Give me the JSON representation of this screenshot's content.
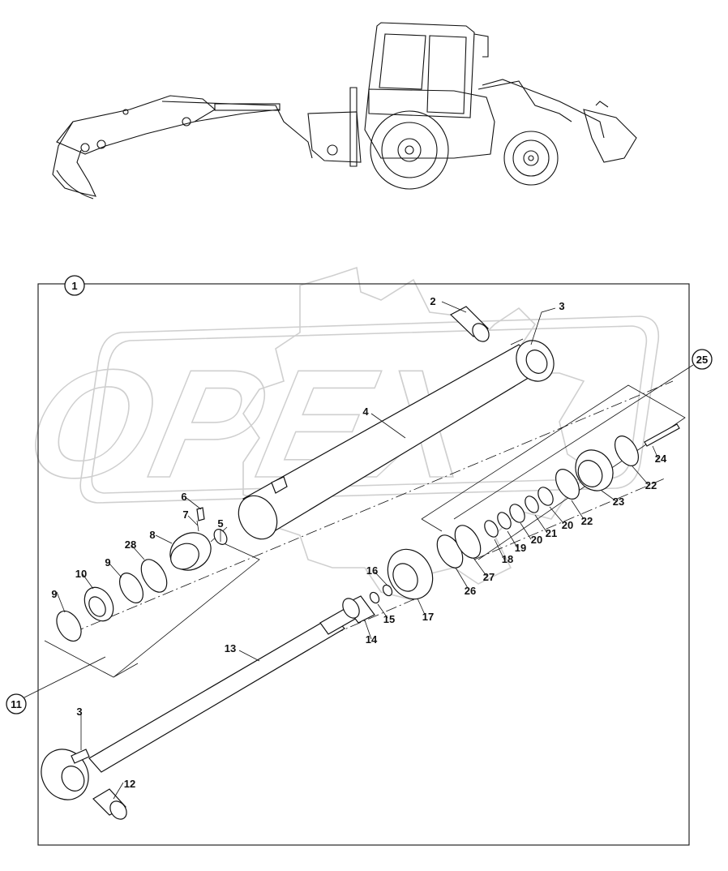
{
  "watermark": {
    "text": "OPEX",
    "color": "#cfcfcf"
  },
  "diagram": {
    "assembly_label": "1",
    "labels": {
      "p2": "2",
      "p3a": "3",
      "p3b": "3",
      "p4": "4",
      "p5": "5",
      "p6": "6",
      "p7": "7",
      "p8": "8",
      "p9a": "9",
      "p9b": "9",
      "p10": "10",
      "p11": "11",
      "p12": "12",
      "p13": "13",
      "p14": "14",
      "p15": "15",
      "p16": "16",
      "p17": "17",
      "p18": "18",
      "p19": "19",
      "p20a": "20",
      "p20b": "20",
      "p21": "21",
      "p22a": "22",
      "p22b": "22",
      "p23": "23",
      "p24": "24",
      "p25": "25",
      "p26": "26",
      "p27": "27",
      "p28": "28"
    }
  }
}
